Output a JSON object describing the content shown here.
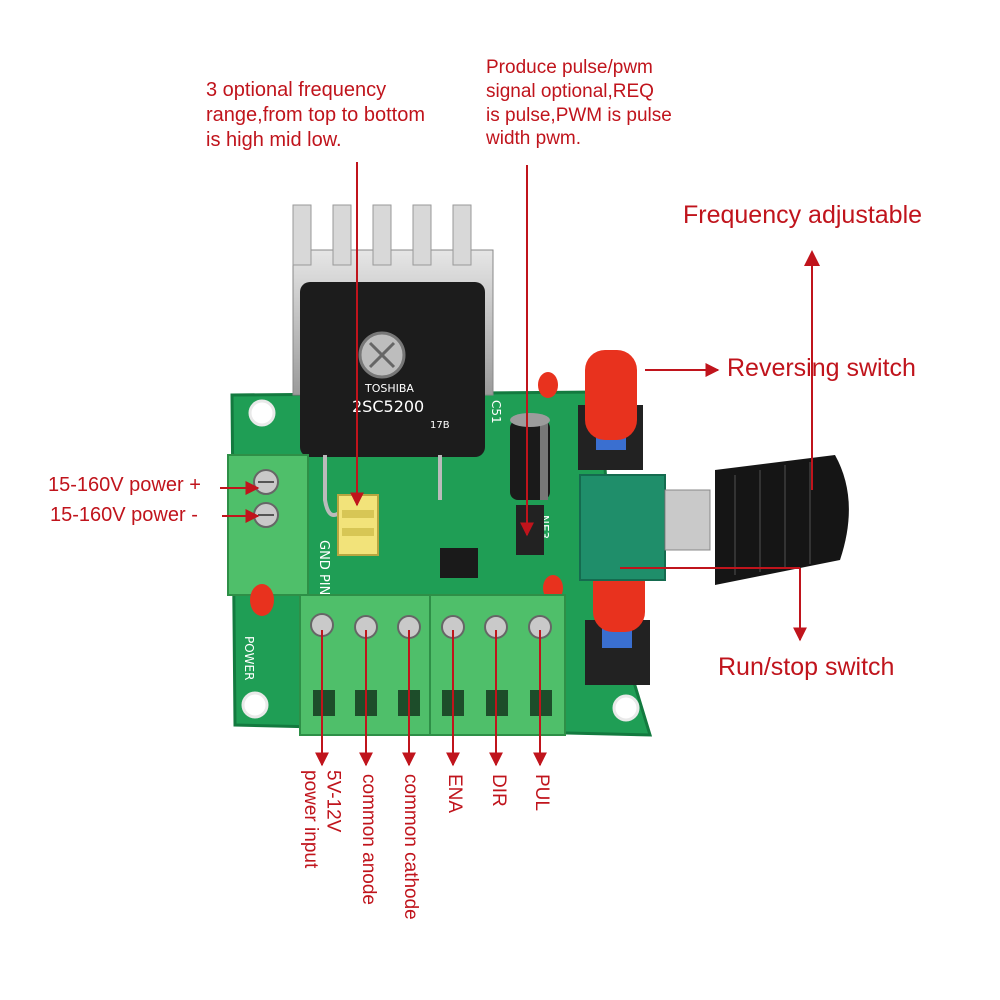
{
  "annotations": {
    "freq_range": {
      "lines": [
        "3 optional frequency",
        "range,from top to bottom",
        "is high mid low."
      ]
    },
    "pulse_pwm": {
      "lines": [
        "Produce pulse/pwm",
        "signal optional,REQ",
        "is pulse,PWM is pulse",
        "width pwm."
      ]
    },
    "frequency_adjustable": "Frequency adjustable",
    "reversing_switch": "Reversing switch",
    "run_stop_switch": "Run/stop switch",
    "power_plus": "15-160V power +",
    "power_minus": "15-160V power -",
    "terminals": [
      {
        "label": "5V-12V\npower input"
      },
      {
        "label": "common anode"
      },
      {
        "label": "common cathode"
      },
      {
        "label": "ENA"
      },
      {
        "label": "DIR"
      },
      {
        "label": "PUL"
      }
    ]
  },
  "board": {
    "transistor_brand": "TOSHIBA",
    "transistor_model": "2SC5200",
    "transistor_code": "17B",
    "silk_gnd_pin": "GND PIN",
    "silk_power": "POWER",
    "silk_c51": "C51",
    "silk_ne3": "NE3"
  },
  "colors": {
    "annotation_red": "#c0141c",
    "pcb_green": "#1f9e55",
    "terminal_green": "#4fbf6a",
    "button_red": "#e8321e",
    "knob_black": "#151515"
  }
}
